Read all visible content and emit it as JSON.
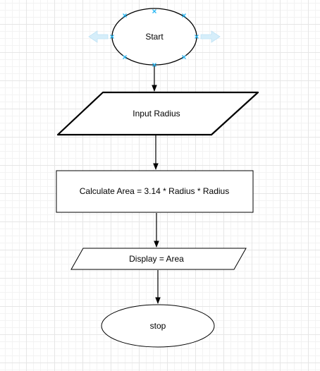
{
  "diagram": {
    "type": "flowchart",
    "nodes": [
      {
        "id": "start",
        "shape": "ellipse",
        "label": "Start",
        "selected": true
      },
      {
        "id": "input",
        "shape": "parallelogram",
        "label": "Input Radius"
      },
      {
        "id": "calc",
        "shape": "rectangle",
        "label": "Calculate Area = 3.14 * Radius * Radius"
      },
      {
        "id": "display",
        "shape": "parallelogram",
        "label": "Display = Area"
      },
      {
        "id": "stop",
        "shape": "ellipse",
        "label": "stop"
      }
    ],
    "edges": [
      {
        "from": "start",
        "to": "input"
      },
      {
        "from": "input",
        "to": "calc"
      },
      {
        "from": "calc",
        "to": "display"
      },
      {
        "from": "display",
        "to": "stop"
      }
    ],
    "colors": {
      "stroke": "#000000",
      "fill": "#ffffff",
      "selection": "#29b6f2",
      "hover_arrow": "#d6eefa"
    }
  }
}
